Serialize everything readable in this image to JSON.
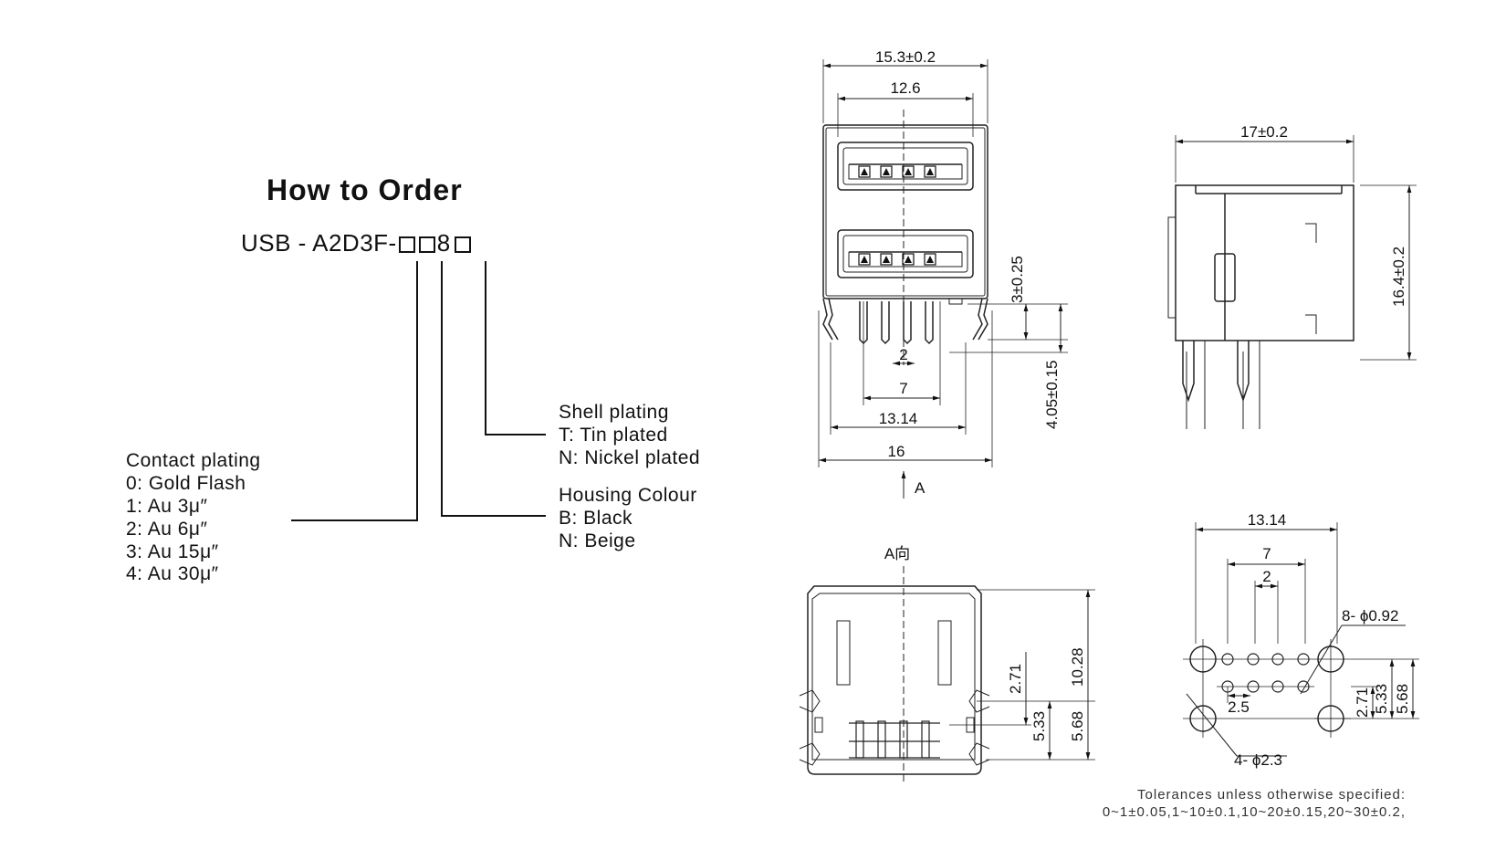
{
  "order": {
    "title": "How to Order",
    "code_prefix": "USB - A2D3F-",
    "code_digit": "8"
  },
  "legend": {
    "shell": {
      "heading": "Shell plating",
      "items": [
        "T: Tin plated",
        "N: Nickel plated"
      ]
    },
    "housing": {
      "heading": "Housing Colour",
      "items": [
        "B: Black",
        "N: Beige"
      ]
    },
    "contact": {
      "heading": "Contact plating",
      "items": [
        "0: Gold Flash",
        "1: Au 3μ″",
        "2: Au 6μ″",
        "3: Au 15μ″",
        "4: Au 30μ″"
      ]
    }
  },
  "dims": {
    "front": {
      "w153": "15.3±0.2",
      "w126": "12.6",
      "p2": "2",
      "p7": "7",
      "w1314": "13.14",
      "w16": "16",
      "h3": "3±0.25",
      "h405": "4.05±0.15",
      "arrowA": "A"
    },
    "side": {
      "w17": "17±0.2",
      "h164": "16.4±0.2"
    },
    "viewA": {
      "label": "A向",
      "h1028": "10.28",
      "h271": "2.71",
      "h533": "5.33",
      "h568": "5.68"
    },
    "footprint": {
      "w1314": "13.14",
      "p7": "7",
      "p2": "2",
      "p25": "2.5",
      "hole092": "8- ϕ0.92",
      "hole23": "4- ϕ2.3",
      "h533": "5.33",
      "h568": "5.68",
      "h271": "2.71"
    }
  },
  "tolerances": {
    "line1": "Tolerances unless otherwise specified:",
    "line2": "0~1±0.05,1~10±0.1,10~20±0.15,20~30±0.2,"
  }
}
